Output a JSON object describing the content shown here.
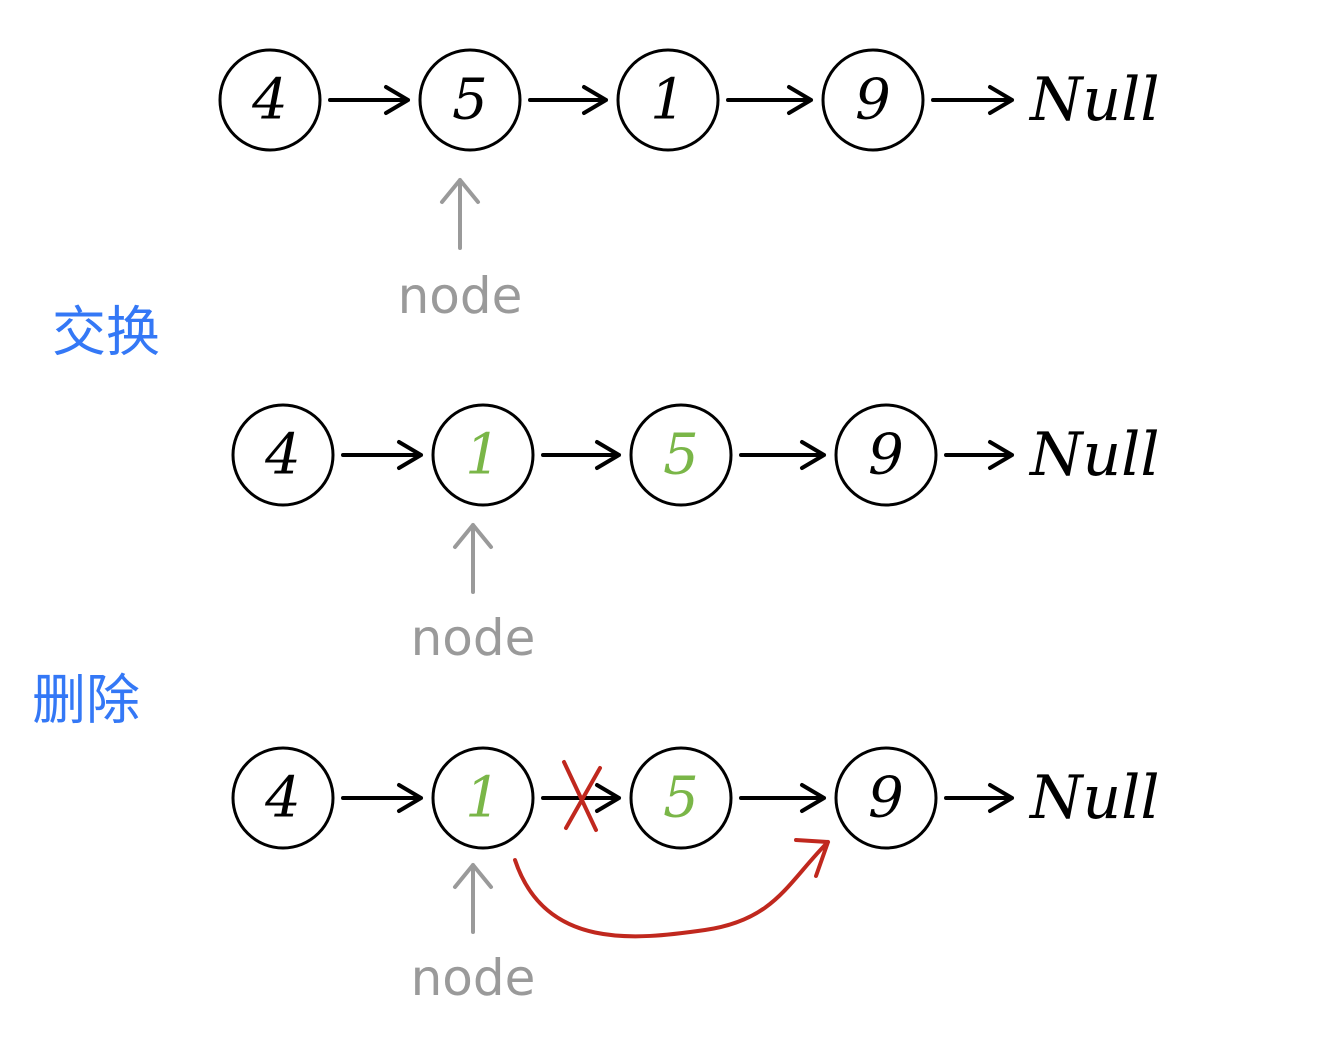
{
  "colors": {
    "ink": "#000000",
    "changed_value": "#7ab648",
    "pointer": "#9a9a9a",
    "step_label": "#3478f6",
    "bypass_link": "#c0281e"
  },
  "rows": [
    {
      "label": "",
      "nodes": [
        {
          "value": "4",
          "changed": false
        },
        {
          "value": "5",
          "changed": false
        },
        {
          "value": "1",
          "changed": false
        },
        {
          "value": "9",
          "changed": false
        }
      ],
      "terminal": "Null",
      "pointer": {
        "label": "node",
        "node_index": 1
      },
      "crossed_link_index": null,
      "bypass": null
    },
    {
      "label": "交换",
      "nodes": [
        {
          "value": "4",
          "changed": false
        },
        {
          "value": "1",
          "changed": true
        },
        {
          "value": "5",
          "changed": true
        },
        {
          "value": "9",
          "changed": false
        }
      ],
      "terminal": "Null",
      "pointer": {
        "label": "node",
        "node_index": 1
      },
      "crossed_link_index": null,
      "bypass": null
    },
    {
      "label": "删除",
      "nodes": [
        {
          "value": "4",
          "changed": false
        },
        {
          "value": "1",
          "changed": true
        },
        {
          "value": "5",
          "changed": true
        },
        {
          "value": "9",
          "changed": false
        }
      ],
      "terminal": "Null",
      "pointer": {
        "label": "node",
        "node_index": 1
      },
      "crossed_link_index": 1,
      "bypass": {
        "from_index": 1,
        "to_index": 3
      }
    }
  ]
}
